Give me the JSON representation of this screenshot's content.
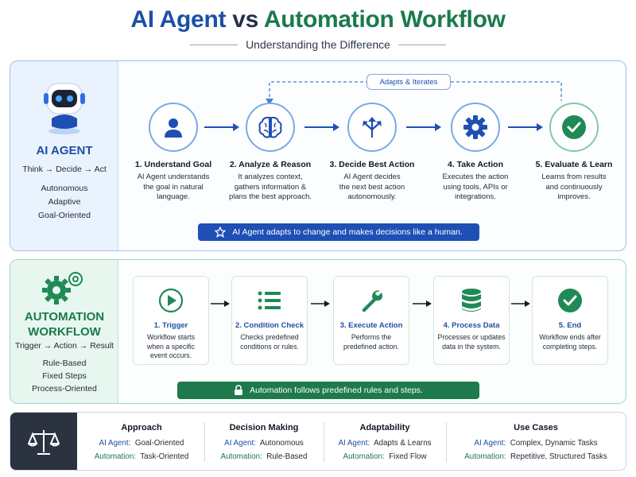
{
  "header": {
    "title_part1": "AI Agent",
    "title_part2": "vs",
    "title_part3": "Automation Workflow",
    "subtitle": "Understanding the Difference"
  },
  "ai_agent": {
    "title": "AI AGENT",
    "flow": "Think → Decide → Act",
    "traits": [
      "Autonomous",
      "Adaptive",
      "Goal-Oriented"
    ],
    "loop_label": "Adapts & Iterates",
    "steps": [
      {
        "title": "1. Understand Goal",
        "lines": [
          "AI Agent understands",
          "the goal in natural",
          "language."
        ],
        "icon": "user-icon"
      },
      {
        "title": "2. Analyze & Reason",
        "lines": [
          "It analyzes context,",
          "gathers information &",
          "plans the best approach."
        ],
        "icon": "brain-icon"
      },
      {
        "title": "3. Decide Best Action",
        "lines": [
          "AI Agent decides",
          "the next best action",
          "autonomously."
        ],
        "icon": "branch-arrows-icon"
      },
      {
        "title": "4. Take Action",
        "lines": [
          "Executes the action",
          "using tools, APIs or",
          "integrations."
        ],
        "icon": "gear-icon"
      },
      {
        "title": "5. Evaluate & Learn",
        "lines": [
          "Learns from results",
          "and continuously",
          "improves."
        ],
        "icon": "check-icon"
      }
    ],
    "banner": "AI Agent adapts to change and makes decisions like a human."
  },
  "automation": {
    "title_line1": "AUTOMATION",
    "title_line2": "WORKFLOW",
    "flow": "Trigger → Action → Result",
    "traits": [
      "Rule-Based",
      "Fixed Steps",
      "Process-Oriented"
    ],
    "steps": [
      {
        "title": "1. Trigger",
        "lines": [
          "Workflow starts",
          "when a specific",
          "event occurs."
        ],
        "icon": "play-icon"
      },
      {
        "title": "2. Condition Check",
        "lines": [
          "Checks predefined",
          "conditions or rules."
        ],
        "icon": "list-icon"
      },
      {
        "title": "3. Execute Action",
        "lines": [
          "Performs the",
          "predefined action."
        ],
        "icon": "wrench-icon"
      },
      {
        "title": "4. Process Data",
        "lines": [
          "Processes or updates",
          "data in the system."
        ],
        "icon": "database-icon"
      },
      {
        "title": "5. End",
        "lines": [
          "Workflow ends after",
          "completing steps."
        ],
        "icon": "check-icon"
      }
    ],
    "banner": "Automation follows predefined rules and steps."
  },
  "comparison": {
    "ai_key": "AI Agent:",
    "auto_key": "Automation:",
    "columns": [
      {
        "title": "Approach",
        "ai": "Goal-Oriented",
        "auto": "Task-Oriented"
      },
      {
        "title": "Decision Making",
        "ai": "Autonomous",
        "auto": "Rule-Based"
      },
      {
        "title": "Adaptability",
        "ai": "Adapts & Learns",
        "auto": "Fixed Flow"
      },
      {
        "title": "Use Cases",
        "ai": "Complex, Dynamic Tasks",
        "auto": "Repetitive, Structured Tasks"
      }
    ]
  },
  "colors": {
    "ai_blue": "#1d4fa8",
    "auto_green": "#1a7a4c",
    "banner_blue": "#1e4fb4",
    "banner_green": "#1e7a4c"
  }
}
